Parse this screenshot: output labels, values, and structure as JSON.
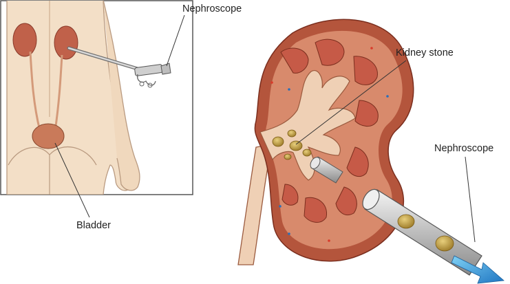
{
  "labels": {
    "nephroscope_top": "Nephroscope",
    "kidney_stone": "Kidney stone",
    "nephroscope_right": "Nephroscope",
    "bladder": "Bladder"
  },
  "colors": {
    "background": "#ffffff",
    "frame_border": "#555555",
    "skin": "#f3dfc7",
    "kidney_outer": "#b4553c",
    "kidney_cortex": "#d88a6c",
    "kidney_pelvis": "#efd0b5",
    "pyramid": "#c65a47",
    "stone": "#c6a042",
    "scope_metal": "#c9c9c9",
    "arrow_blue": "#2a8fd4"
  }
}
